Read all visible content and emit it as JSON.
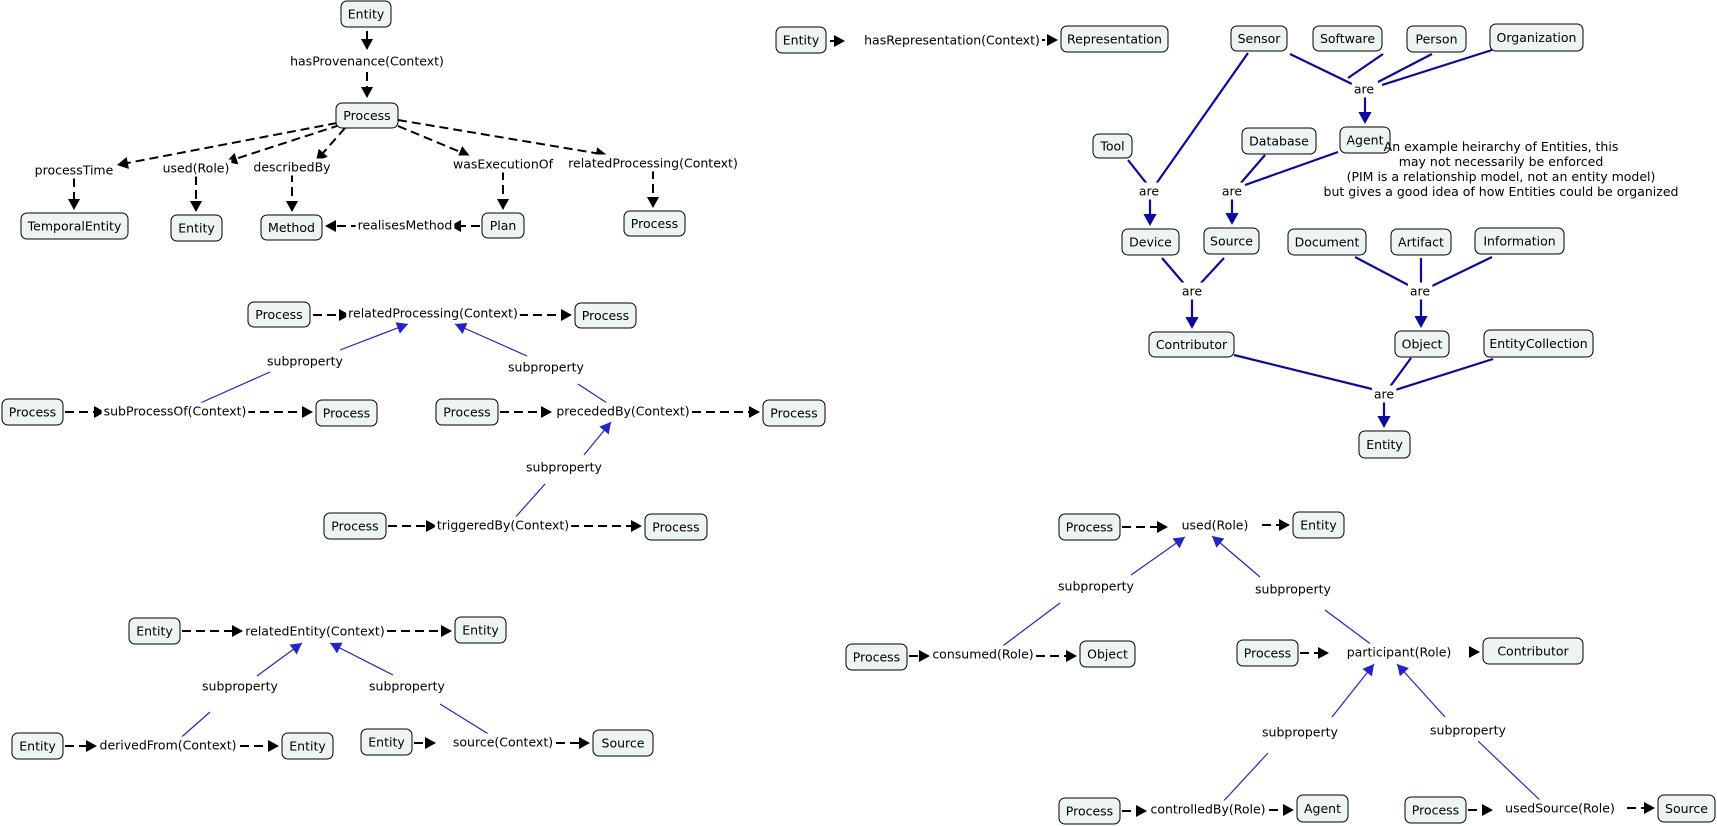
{
  "diagram": {
    "nodes": [
      {
        "id": "n_ent_top",
        "label": "Entity"
      },
      {
        "id": "n_proc_mid",
        "label": "Process"
      },
      {
        "id": "n_temporal",
        "label": "TemporalEntity"
      },
      {
        "id": "n_ent_used",
        "label": "Entity"
      },
      {
        "id": "n_method",
        "label": "Method"
      },
      {
        "id": "n_plan",
        "label": "Plan"
      },
      {
        "id": "n_proc_rp",
        "label": "Process"
      },
      {
        "id": "n_rp_l",
        "label": "Process"
      },
      {
        "id": "n_rp_r",
        "label": "Process"
      },
      {
        "id": "n_sp_l",
        "label": "Process"
      },
      {
        "id": "n_sp_r",
        "label": "Process"
      },
      {
        "id": "n_pb_l",
        "label": "Process"
      },
      {
        "id": "n_pb_r",
        "label": "Process"
      },
      {
        "id": "n_tb_l",
        "label": "Process"
      },
      {
        "id": "n_tb_r",
        "label": "Process"
      },
      {
        "id": "n_re_l",
        "label": "Entity"
      },
      {
        "id": "n_re_r",
        "label": "Entity"
      },
      {
        "id": "n_df_l",
        "label": "Entity"
      },
      {
        "id": "n_df_r",
        "label": "Entity"
      },
      {
        "id": "n_sc_l",
        "label": "Entity"
      },
      {
        "id": "n_sc_r",
        "label": "Source"
      },
      {
        "id": "n_hr_l",
        "label": "Entity"
      },
      {
        "id": "n_hr_r",
        "label": "Representation"
      },
      {
        "id": "n_sensor",
        "label": "Sensor"
      },
      {
        "id": "n_software",
        "label": "Software"
      },
      {
        "id": "n_person",
        "label": "Person"
      },
      {
        "id": "n_org",
        "label": "Organization"
      },
      {
        "id": "n_agent",
        "label": "Agent"
      },
      {
        "id": "n_tool",
        "label": "Tool"
      },
      {
        "id": "n_database",
        "label": "Database"
      },
      {
        "id": "n_device",
        "label": "Device"
      },
      {
        "id": "n_source",
        "label": "Source"
      },
      {
        "id": "n_document",
        "label": "Document"
      },
      {
        "id": "n_artifact",
        "label": "Artifact"
      },
      {
        "id": "n_information",
        "label": "Information"
      },
      {
        "id": "n_contributor",
        "label": "Contributor"
      },
      {
        "id": "n_object",
        "label": "Object"
      },
      {
        "id": "n_entcoll",
        "label": "EntityCollection"
      },
      {
        "id": "n_entity_h",
        "label": "Entity"
      },
      {
        "id": "n_u_l",
        "label": "Process"
      },
      {
        "id": "n_u_r",
        "label": "Entity"
      },
      {
        "id": "n_c_l",
        "label": "Process"
      },
      {
        "id": "n_c_r",
        "label": "Object"
      },
      {
        "id": "n_p_l",
        "label": "Process"
      },
      {
        "id": "n_p_r",
        "label": "Contributor"
      },
      {
        "id": "n_cb_l",
        "label": "Process"
      },
      {
        "id": "n_cb_r",
        "label": "Agent"
      },
      {
        "id": "n_us_l",
        "label": "Process"
      },
      {
        "id": "n_us_r",
        "label": "Source"
      }
    ],
    "labels": [
      {
        "id": "l_hasprov",
        "text": "hasProvenance(Context)"
      },
      {
        "id": "l_ptime",
        "text": "processTime"
      },
      {
        "id": "l_used",
        "text": "used(Role)"
      },
      {
        "id": "l_descby",
        "text": "describedBy"
      },
      {
        "id": "l_wasexec",
        "text": "wasExecutionOf"
      },
      {
        "id": "l_relproc",
        "text": "relatedProcessing(Context)"
      },
      {
        "id": "l_realises",
        "text": "realisesMethod"
      },
      {
        "id": "l_rp",
        "text": "relatedProcessing(Context)"
      },
      {
        "id": "l_sub1",
        "text": "subproperty"
      },
      {
        "id": "l_sub2",
        "text": "subproperty"
      },
      {
        "id": "l_spo",
        "text": "subProcessOf(Context)"
      },
      {
        "id": "l_pb",
        "text": "precededBy(Context)"
      },
      {
        "id": "l_sub3",
        "text": "subproperty"
      },
      {
        "id": "l_tb",
        "text": "triggeredBy(Context)"
      },
      {
        "id": "l_re",
        "text": "relatedEntity(Context)"
      },
      {
        "id": "l_sub4",
        "text": "subproperty"
      },
      {
        "id": "l_sub5",
        "text": "subproperty"
      },
      {
        "id": "l_df",
        "text": "derivedFrom(Context)"
      },
      {
        "id": "l_sc",
        "text": "source(Context)"
      },
      {
        "id": "l_hr",
        "text": "hasRepresentation(Context)"
      },
      {
        "id": "l_are1",
        "text": "are"
      },
      {
        "id": "l_are2",
        "text": "are"
      },
      {
        "id": "l_are3",
        "text": "are"
      },
      {
        "id": "l_are4",
        "text": "are"
      },
      {
        "id": "l_are5",
        "text": "are"
      },
      {
        "id": "l_are6",
        "text": "are"
      },
      {
        "id": "l_u",
        "text": "used(Role)"
      },
      {
        "id": "l_sub6",
        "text": "subproperty"
      },
      {
        "id": "l_sub7",
        "text": "subproperty"
      },
      {
        "id": "l_c",
        "text": "consumed(Role)"
      },
      {
        "id": "l_p",
        "text": "participant(Role)"
      },
      {
        "id": "l_sub8",
        "text": "subproperty"
      },
      {
        "id": "l_sub9",
        "text": "subproperty"
      },
      {
        "id": "l_cb",
        "text": "controlledBy(Role)"
      },
      {
        "id": "l_us",
        "text": "usedSource(Role)"
      }
    ],
    "note": [
      "An example heirarchy of Entities, this",
      "may not necessarily be enforced",
      "(PIM is a relationship model, not an entity model)",
      "but gives a good idea of how Entities could be organized"
    ]
  }
}
